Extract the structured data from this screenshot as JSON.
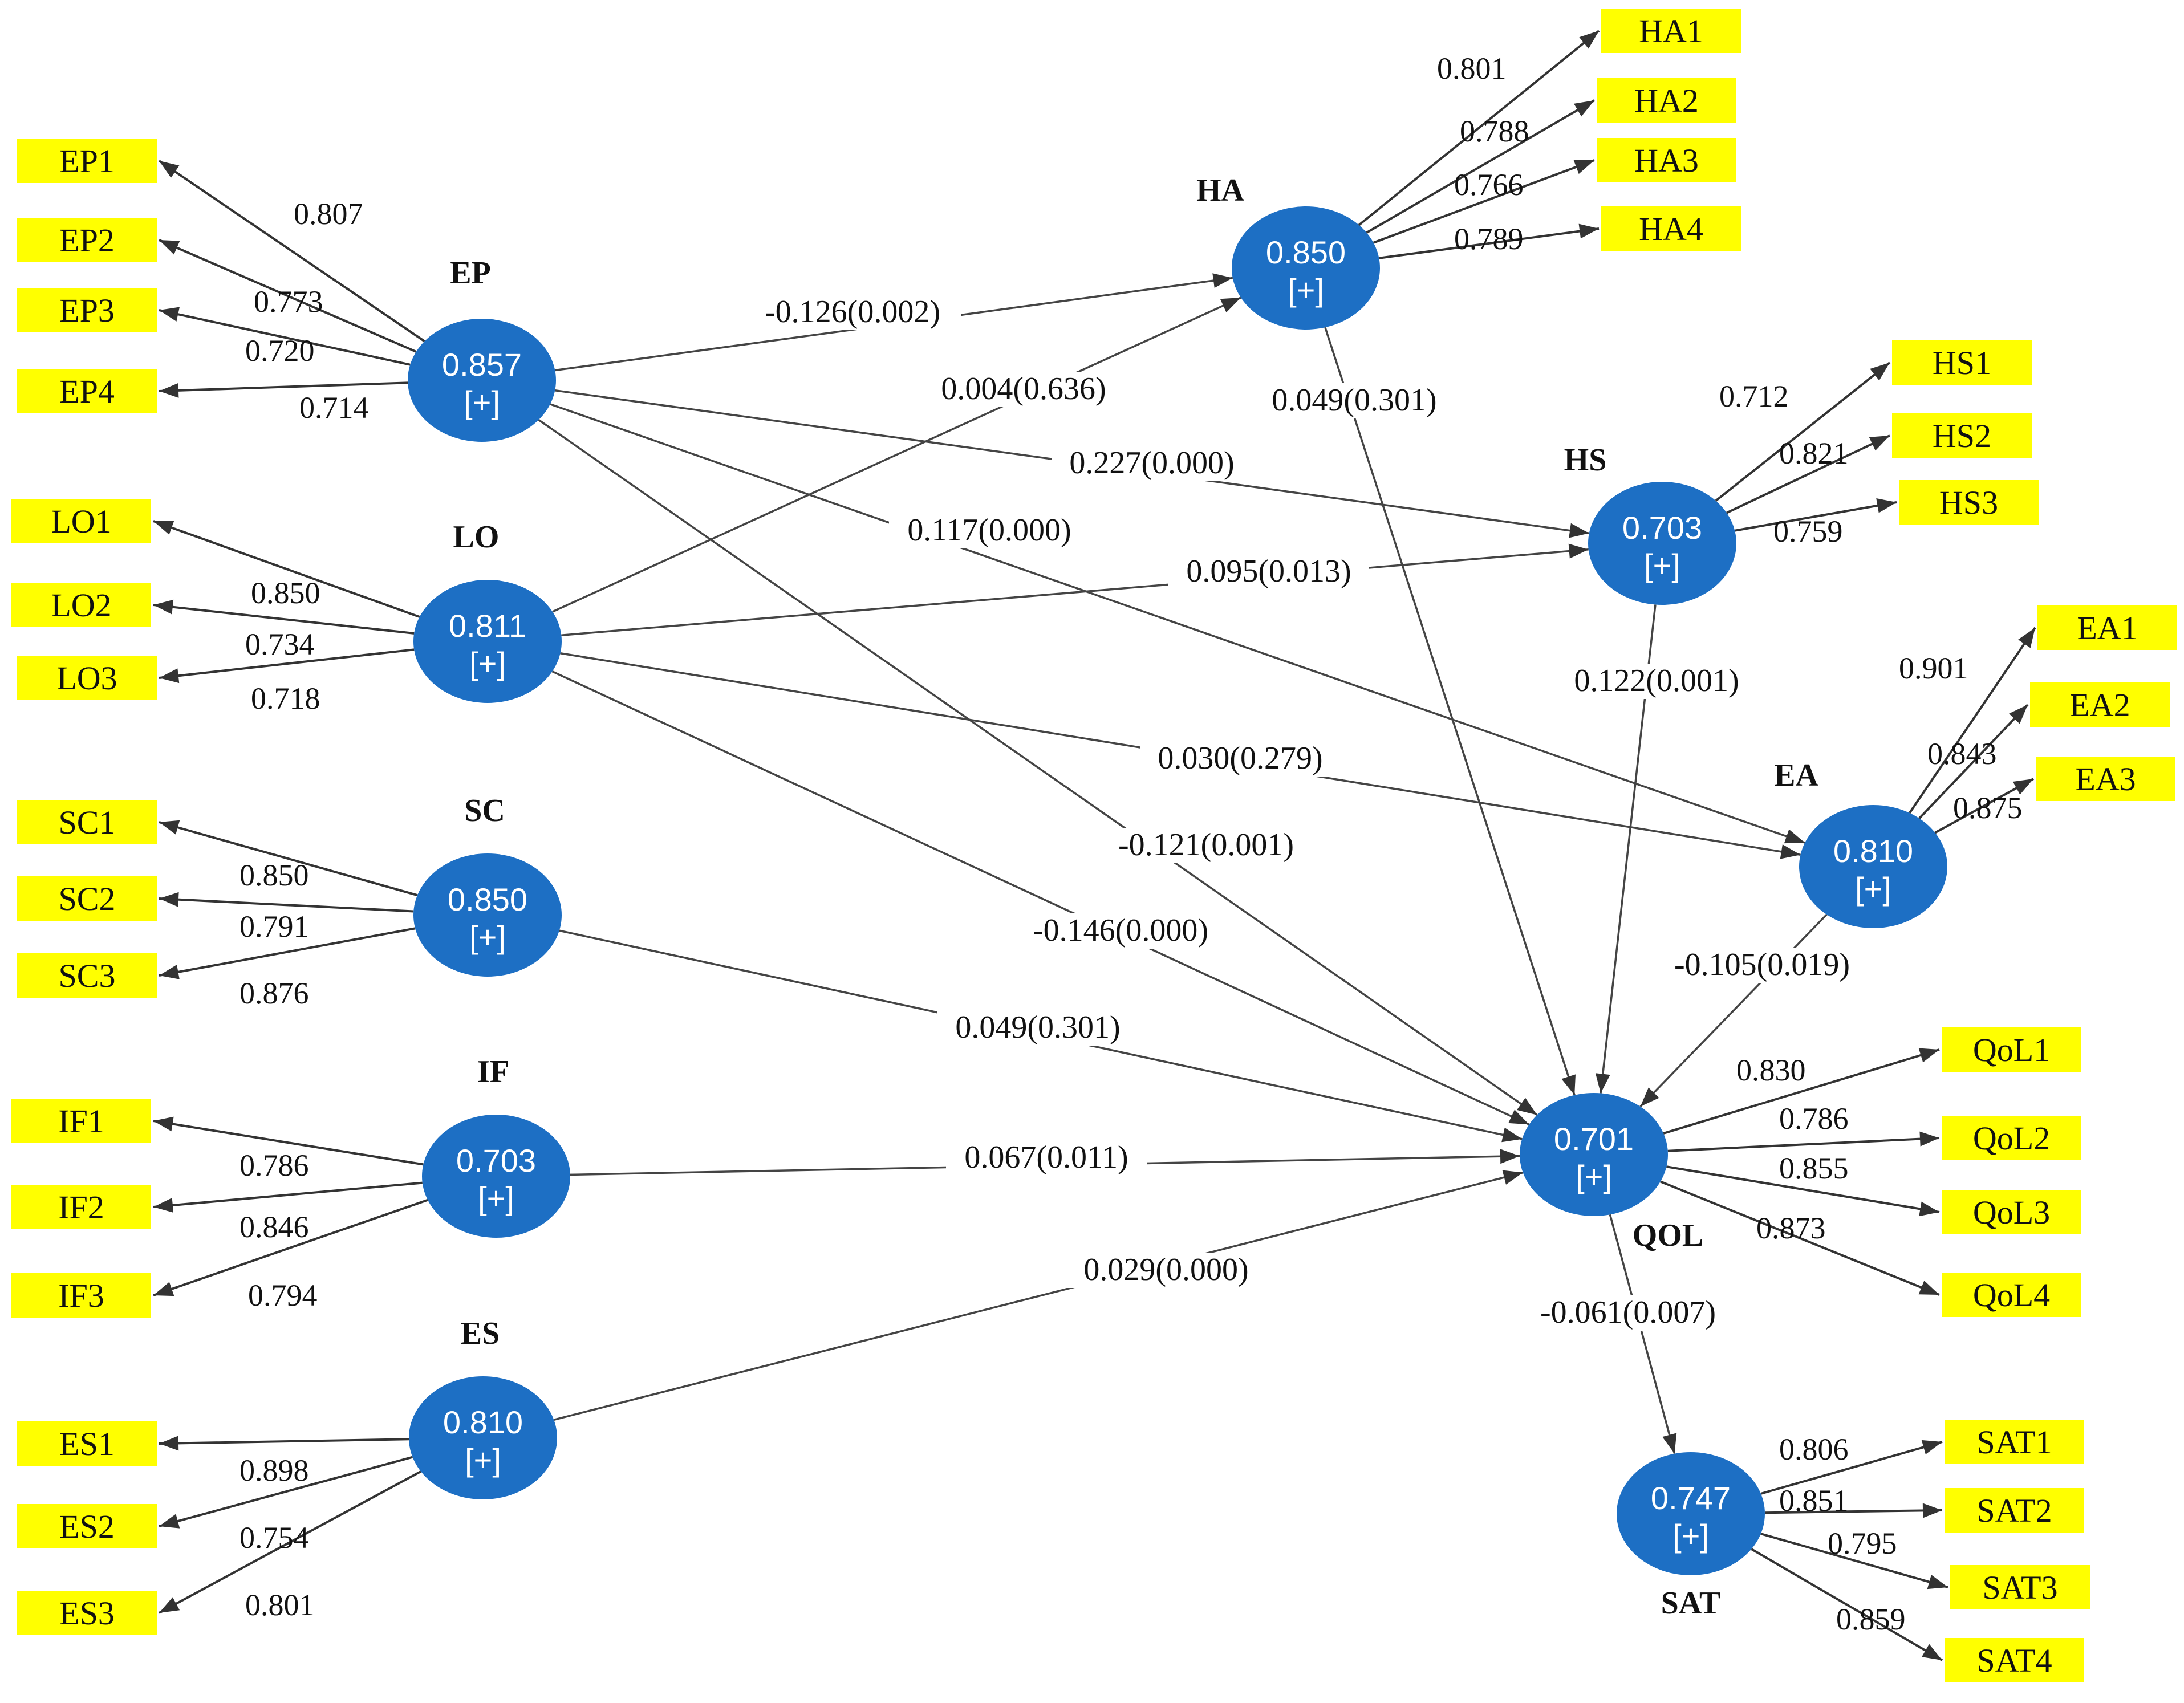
{
  "colors": {
    "construct_fill": "#1d6fc4",
    "indicator_fill": "#ffff00",
    "line": "#333333"
  },
  "latents": [
    {
      "id": "EP",
      "name": "EP",
      "value": "0.857",
      "expand": "[+]"
    },
    {
      "id": "LO",
      "name": "LO",
      "value": "0.811",
      "expand": "[+]"
    },
    {
      "id": "SC",
      "name": "SC",
      "value": "0.850",
      "expand": "[+]"
    },
    {
      "id": "IF",
      "name": "IF",
      "value": "0.703",
      "expand": "[+]"
    },
    {
      "id": "ES",
      "name": "ES",
      "value": "0.810",
      "expand": "[+]"
    },
    {
      "id": "HA",
      "name": "HA",
      "value": "0.850",
      "expand": "[+]"
    },
    {
      "id": "HS",
      "name": "HS",
      "value": "0.703",
      "expand": "[+]"
    },
    {
      "id": "EA",
      "name": "EA",
      "value": "0.810",
      "expand": "[+]"
    },
    {
      "id": "QOL",
      "name": "QOL",
      "value": "0.701",
      "expand": "[+]"
    },
    {
      "id": "SAT",
      "name": "SAT",
      "value": "0.747",
      "expand": "[+]"
    }
  ],
  "indicators": [
    {
      "id": "EP1",
      "label": "EP1",
      "latent": "EP",
      "loading": "0.807"
    },
    {
      "id": "EP2",
      "label": "EP2",
      "latent": "EP",
      "loading": ""
    },
    {
      "id": "EP3",
      "label": "EP3",
      "latent": "EP",
      "loading": "0.773"
    },
    {
      "id": "EP4",
      "label": "EP4",
      "latent": "EP",
      "loading": "0.714"
    },
    {
      "id": "LO1",
      "label": "LO1",
      "latent": "LO",
      "loading": ""
    },
    {
      "id": "LO2",
      "label": "LO2",
      "latent": "LO",
      "loading": "0.850"
    },
    {
      "id": "LO3",
      "label": "LO3",
      "latent": "LO",
      "loading": "0.718"
    },
    {
      "id": "SC1",
      "label": "SC1",
      "latent": "SC",
      "loading": ""
    },
    {
      "id": "SC2",
      "label": "SC2",
      "latent": "SC",
      "loading": "0.850"
    },
    {
      "id": "SC3",
      "label": "SC3",
      "latent": "SC",
      "loading": "0.876"
    },
    {
      "id": "IF1",
      "label": "IF1",
      "latent": "IF",
      "loading": ""
    },
    {
      "id": "IF2",
      "label": "IF2",
      "latent": "IF",
      "loading": "0.786"
    },
    {
      "id": "IF3",
      "label": "IF3",
      "latent": "IF",
      "loading": "0.794"
    },
    {
      "id": "ES1",
      "label": "ES1",
      "latent": "ES",
      "loading": ""
    },
    {
      "id": "ES2",
      "label": "ES2",
      "latent": "ES",
      "loading": "0.898"
    },
    {
      "id": "ES3",
      "label": "ES3",
      "latent": "ES",
      "loading": "0.801"
    },
    {
      "id": "HA1",
      "label": "HA1",
      "latent": "HA",
      "loading": "0.801"
    },
    {
      "id": "HA2",
      "label": "HA2",
      "latent": "HA",
      "loading": "0.788"
    },
    {
      "id": "HA3",
      "label": "HA3",
      "latent": "HA",
      "loading": "0.766"
    },
    {
      "id": "HA4",
      "label": "HA4",
      "latent": "HA",
      "loading": "0.789"
    },
    {
      "id": "HS1",
      "label": "HS1",
      "latent": "HS",
      "loading": "0.712"
    },
    {
      "id": "HS2",
      "label": "HS2",
      "latent": "HS",
      "loading": "0.821"
    },
    {
      "id": "HS3",
      "label": "HS3",
      "latent": "HS",
      "loading": "0.759"
    },
    {
      "id": "EA1",
      "label": "EA1",
      "latent": "EA",
      "loading": "0.901"
    },
    {
      "id": "EA2",
      "label": "EA2",
      "latent": "EA",
      "loading": "0.843"
    },
    {
      "id": "EA3",
      "label": "EA3",
      "latent": "EA",
      "loading": "0.875"
    },
    {
      "id": "QoL1",
      "label": "QoL1",
      "latent": "QOL",
      "loading": "0.830"
    },
    {
      "id": "QoL2",
      "label": "QoL2",
      "latent": "QOL",
      "loading": "0.786"
    },
    {
      "id": "QoL3",
      "label": "QoL3",
      "latent": "QOL",
      "loading": "0.855"
    },
    {
      "id": "QoL4",
      "label": "QoL4",
      "latent": "QOL",
      "loading": "0.873"
    },
    {
      "id": "SAT1",
      "label": "SAT1",
      "latent": "SAT",
      "loading": "0.806"
    },
    {
      "id": "SAT2",
      "label": "SAT2",
      "latent": "SAT",
      "loading": "0.851"
    },
    {
      "id": "SAT3",
      "label": "SAT3",
      "latent": "SAT",
      "loading": "0.795"
    },
    {
      "id": "SAT4",
      "label": "SAT4",
      "latent": "SAT",
      "loading": "0.859"
    }
  ],
  "extra_loading_labels": [
    {
      "id": "EP-x",
      "latent": "EP",
      "text": "0.720"
    },
    {
      "id": "LO-x",
      "latent": "LO",
      "text": "0.734"
    },
    {
      "id": "SC-x",
      "latent": "SC",
      "text": "0.791"
    },
    {
      "id": "IF-x",
      "latent": "IF",
      "text": "0.846"
    },
    {
      "id": "ES-x",
      "latent": "ES",
      "text": "0.754"
    }
  ],
  "paths": [
    {
      "id": "EP-HA",
      "from": "EP",
      "to": "HA",
      "label": "-0.126(0.002)"
    },
    {
      "id": "LO-HA",
      "from": "LO",
      "to": "HA",
      "label": "0.004(0.636)"
    },
    {
      "id": "HA-QOL",
      "from": "HA",
      "to": "QOL",
      "label": "0.049(0.301)"
    },
    {
      "id": "EP-HS",
      "from": "EP",
      "to": "HS",
      "label": "0.227(0.000)"
    },
    {
      "id": "EP-EA",
      "from": "EP",
      "to": "EA",
      "label": "0.117(0.000)"
    },
    {
      "id": "LO-HS",
      "from": "LO",
      "to": "HS",
      "label": "0.095(0.013)"
    },
    {
      "id": "HS-QOL",
      "from": "HS",
      "to": "QOL",
      "label": "0.122(0.001)"
    },
    {
      "id": "LO-EA",
      "from": "LO",
      "to": "EA",
      "label": "0.030(0.279)"
    },
    {
      "id": "EP-QOL",
      "from": "EP",
      "to": "QOL",
      "label": "-0.121(0.001)"
    },
    {
      "id": "LO-QOL",
      "from": "LO",
      "to": "QOL",
      "label": "-0.146(0.000)"
    },
    {
      "id": "EA-QOL",
      "from": "EA",
      "to": "QOL",
      "label": "-0.105(0.019)"
    },
    {
      "id": "SC-QOL",
      "from": "SC",
      "to": "QOL",
      "label": "0.049(0.301)"
    },
    {
      "id": "IF-QOL",
      "from": "IF",
      "to": "QOL",
      "label": "0.067(0.011)"
    },
    {
      "id": "ES-QOL",
      "from": "ES",
      "to": "QOL",
      "label": "0.029(0.000)"
    },
    {
      "id": "QOL-SAT",
      "from": "QOL",
      "to": "SAT",
      "label": "-0.061(0.007)"
    }
  ]
}
